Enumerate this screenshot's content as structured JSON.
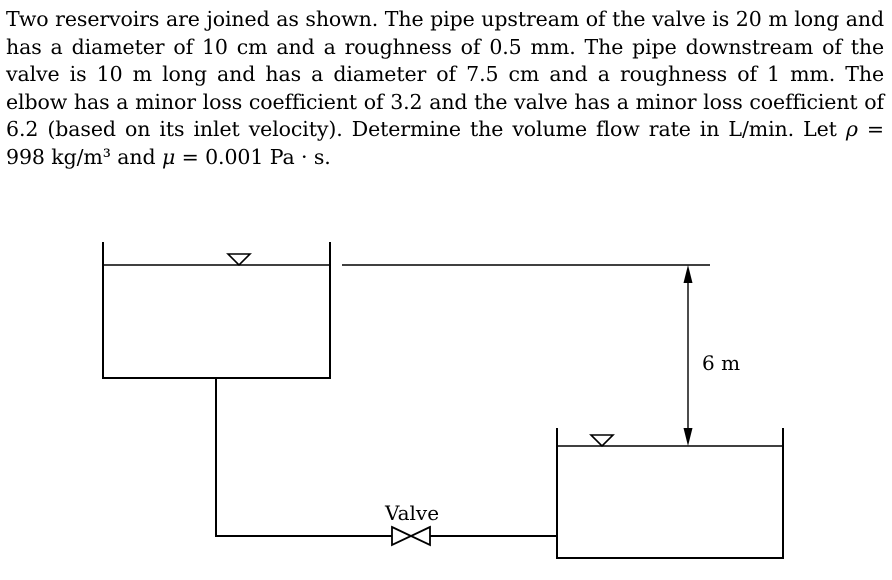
{
  "problem": {
    "text_1": "Two reservoirs are joined as shown. The pipe upstream of the valve is 20 m long and has a diameter of 10 cm and a roughness of 0.5 mm. The pipe downstream of the valve is 10 m long and has a diameter of 7.5 cm and a roughness of 1 mm. The elbow has a minor loss coefficient of 3.2 and the valve has a minor loss coefficient of 6.2 (based on its inlet velocity). Determine the volume flow rate in L/min. Let ",
    "rho_symbol": "ρ",
    "rho_value": " = 998 kg/m³",
    "text_2": " and ",
    "mu_symbol": "μ",
    "mu_value": " = 0.001 Pa · s."
  },
  "figure": {
    "height_label": "6 m",
    "valve_label": "Valve"
  }
}
